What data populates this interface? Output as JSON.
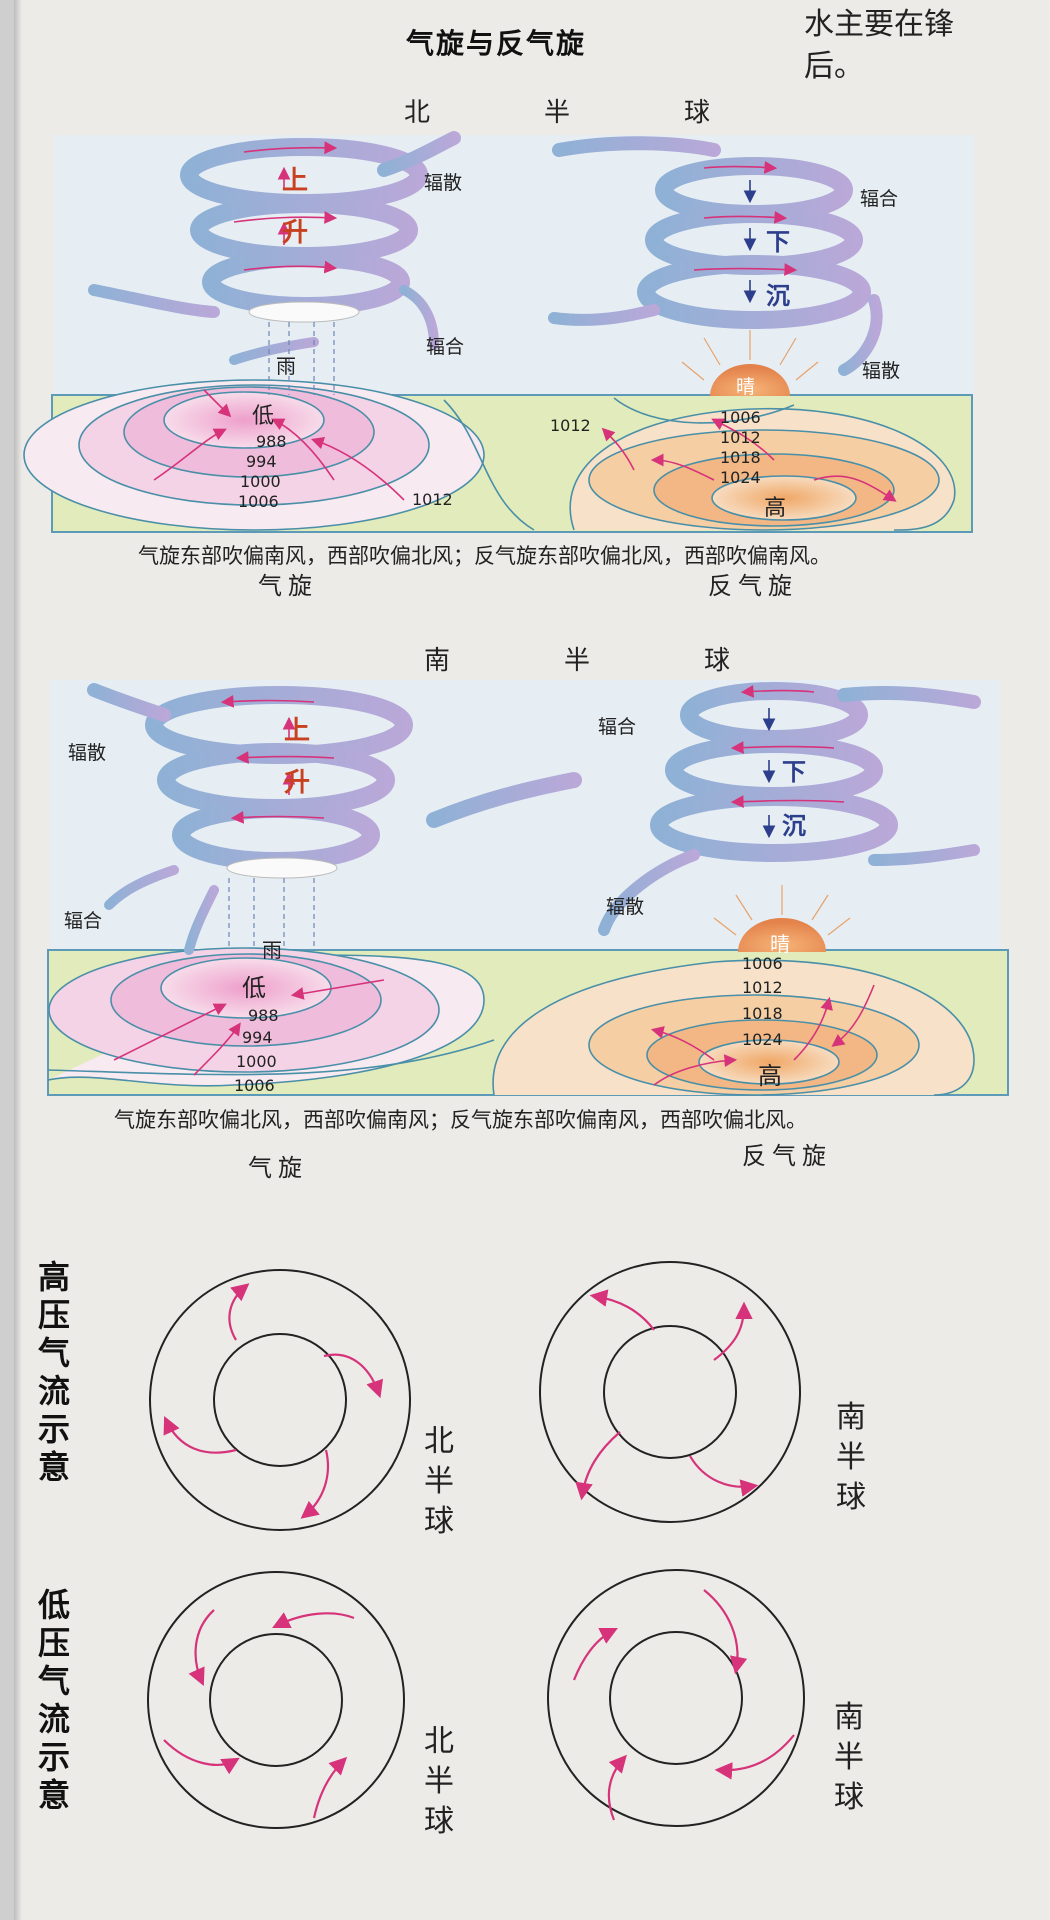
{
  "title": "气旋与反气旋",
  "corner_text": "水主要在锋后。",
  "north": {
    "hemisphere": "北　半　球",
    "cyclone_words": {
      "up1": "上",
      "up2": "升",
      "diverge": "辐散",
      "converge": "辐合",
      "rain": "雨",
      "low": "低"
    },
    "anticyclone_words": {
      "down1": "下",
      "down2": "沉",
      "converge": "辐合",
      "diverge": "辐散",
      "clear": "晴",
      "high": "高"
    },
    "cyclone_isobars": [
      "988",
      "994",
      "1000",
      "1006",
      "1012"
    ],
    "anticyclone_isobars": [
      "1012",
      "1006",
      "1012",
      "1018",
      "1024"
    ],
    "caption": "气旋东部吹偏南风，西部吹偏北风；反气旋东部吹偏北风，西部吹偏南风。",
    "cyclone_label": "气旋",
    "anticyclone_label": "反气旋"
  },
  "south": {
    "hemisphere": "南　半　球",
    "cyclone_words": {
      "up1": "上",
      "up2": "升",
      "diverge": "辐散",
      "converge": "辐合",
      "rain": "雨",
      "low": "低"
    },
    "anticyclone_words": {
      "down1": "下",
      "down2": "沉",
      "converge": "辐合",
      "diverge": "辐散",
      "clear": "晴",
      "high": "高"
    },
    "cyclone_isobars": [
      "988",
      "994",
      "1000",
      "1006"
    ],
    "anticyclone_isobars": [
      "1006",
      "1012",
      "1018",
      "1024"
    ],
    "caption": "气旋东部吹偏北风，西部吹偏南风；反气旋东部吹偏南风，西部吹偏北风。",
    "cyclone_label": "气旋",
    "anticyclone_label": "反气旋"
  },
  "flow": {
    "high_label": "高压气流示意",
    "low_label": "低压气流示意",
    "north_label": "北半球",
    "south_label": "南半球"
  },
  "colors": {
    "arrow": "#d6337a",
    "ribbon": "#9fb8d8",
    "low_fill": "#f0b9d8",
    "high_fill": "#f2b37d",
    "ground": "#dfe8b6",
    "blue_text": "#2d3e8c",
    "red_text": "#c8401f"
  }
}
